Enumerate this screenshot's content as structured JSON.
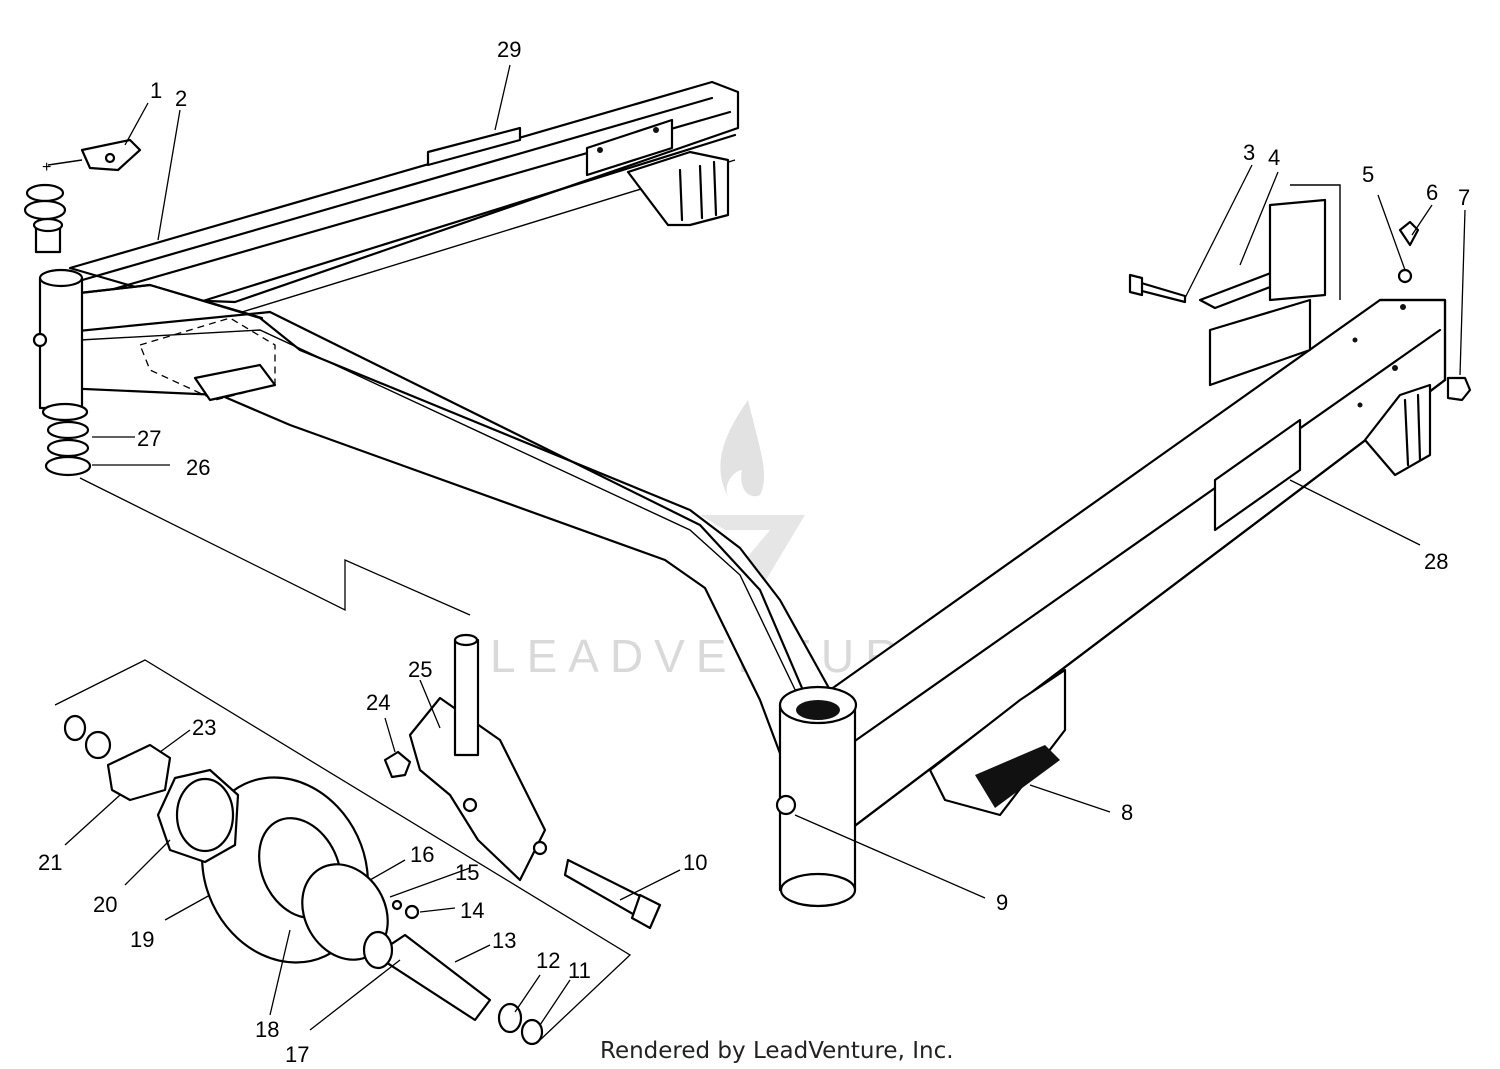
{
  "diagram": {
    "callouts": [
      {
        "id": "1",
        "label": "1"
      },
      {
        "id": "2",
        "label": "2"
      },
      {
        "id": "3",
        "label": "3"
      },
      {
        "id": "4",
        "label": "4"
      },
      {
        "id": "5",
        "label": "5"
      },
      {
        "id": "6",
        "label": "6"
      },
      {
        "id": "7",
        "label": "7"
      },
      {
        "id": "8",
        "label": "8"
      },
      {
        "id": "9",
        "label": "9"
      },
      {
        "id": "10",
        "label": "10"
      },
      {
        "id": "11",
        "label": "11"
      },
      {
        "id": "12",
        "label": "12"
      },
      {
        "id": "13",
        "label": "13"
      },
      {
        "id": "14",
        "label": "14"
      },
      {
        "id": "15",
        "label": "15"
      },
      {
        "id": "16",
        "label": "16"
      },
      {
        "id": "17",
        "label": "17"
      },
      {
        "id": "18",
        "label": "18"
      },
      {
        "id": "19",
        "label": "19"
      },
      {
        "id": "20",
        "label": "20"
      },
      {
        "id": "21",
        "label": "21"
      },
      {
        "id": "23",
        "label": "23"
      },
      {
        "id": "24",
        "label": "24"
      },
      {
        "id": "25",
        "label": "25"
      },
      {
        "id": "26",
        "label": "26"
      },
      {
        "id": "27",
        "label": "27"
      },
      {
        "id": "28",
        "label": "28"
      },
      {
        "id": "29",
        "label": "29"
      }
    ],
    "watermark": "LEADVENTURE",
    "credit": "Rendered by LeadVenture, Inc."
  }
}
